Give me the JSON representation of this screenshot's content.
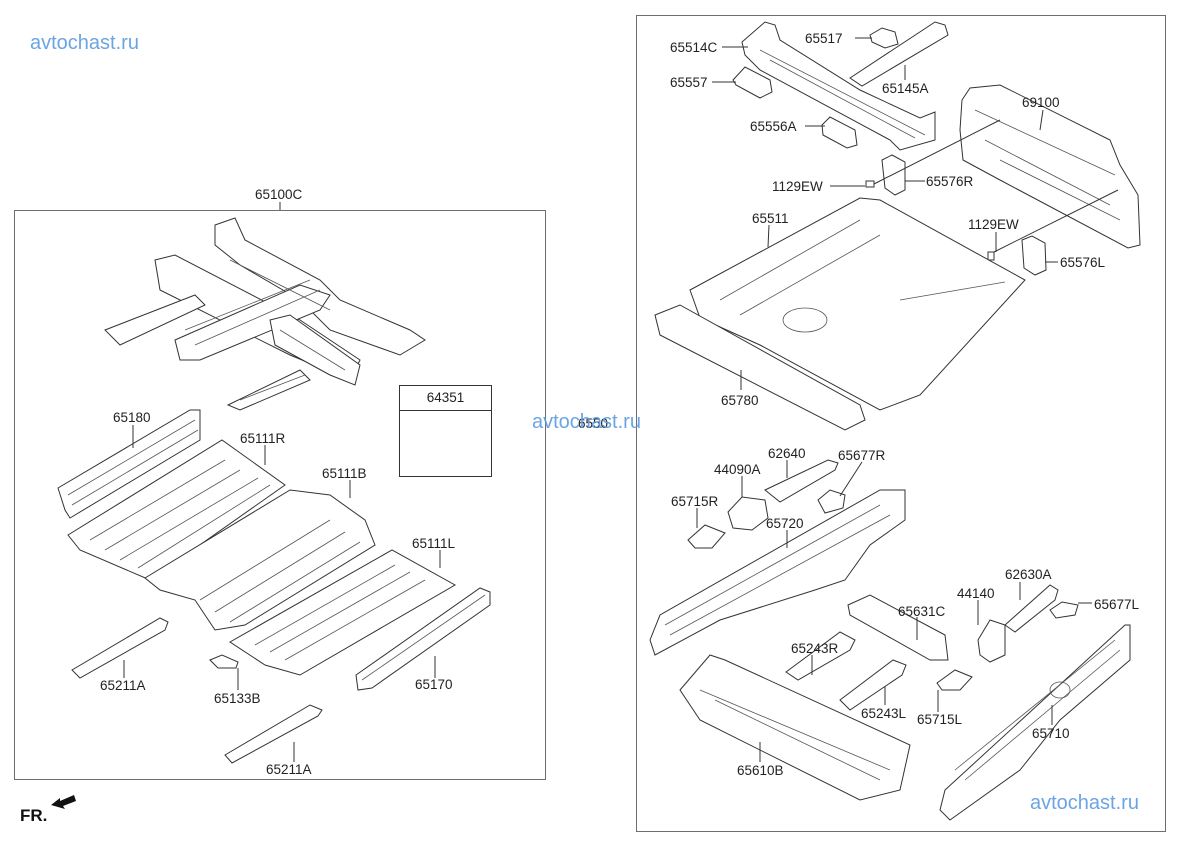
{
  "watermarks": {
    "top_left": "avtochast.ru",
    "center": "avtochast.ru",
    "bottom_right": "avtochast.ru"
  },
  "left_group": {
    "assembly_label": "65100C",
    "clip_box_label": "64351",
    "parts": [
      {
        "id": "65180"
      },
      {
        "id": "65111R"
      },
      {
        "id": "65111B"
      },
      {
        "id": "65111L"
      },
      {
        "id": "65211A"
      },
      {
        "id": "65133B"
      },
      {
        "id": "65170"
      },
      {
        "id": "65211A"
      }
    ]
  },
  "right_group": {
    "obscured_label": "6550",
    "parts": [
      {
        "id": "65514C"
      },
      {
        "id": "65517"
      },
      {
        "id": "65557"
      },
      {
        "id": "65145A"
      },
      {
        "id": "69100"
      },
      {
        "id": "65556A"
      },
      {
        "id": "1129EW"
      },
      {
        "id": "65576R"
      },
      {
        "id": "65511"
      },
      {
        "id": "1129EW"
      },
      {
        "id": "65576L"
      },
      {
        "id": "65780"
      },
      {
        "id": "62640"
      },
      {
        "id": "44090A"
      },
      {
        "id": "65677R"
      },
      {
        "id": "65715R"
      },
      {
        "id": "65720"
      },
      {
        "id": "62630A"
      },
      {
        "id": "44140"
      },
      {
        "id": "65677L"
      },
      {
        "id": "65243R"
      },
      {
        "id": "65631C"
      },
      {
        "id": "65243L"
      },
      {
        "id": "65715L"
      },
      {
        "id": "65710"
      },
      {
        "id": "65610B"
      }
    ]
  },
  "front_marker": {
    "label": "FR.",
    "icon": "front-direction-arrow-icon"
  }
}
